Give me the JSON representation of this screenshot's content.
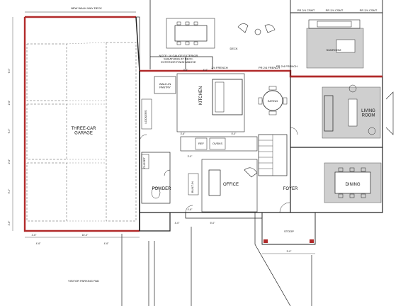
{
  "labels": {
    "deck_top": "NEW WALK-WAY DECK",
    "garage": "THREE-CAR\nGARAGE",
    "deck": "DECK",
    "walk_in_pantry": "WALK-IN\nPANTRY",
    "kitchen": "KITCHEN",
    "eating": "EATING",
    "sunroom": "SUNROOM",
    "living_room": "LIVING\nROOM",
    "powder": "POWDER",
    "office": "OFFICE",
    "foyer": "FOYER",
    "dining": "DINING",
    "stoop": "STOOP",
    "visitor_parking": "VISITOR PARKING PAD",
    "lockers": "LOCKERS",
    "ref": "REF",
    "ovens": "OVENS",
    "closet": "CLOSET",
    "built_in": "BUILT-IN",
    "pr_french_1": "PR 2/4 FRENCH",
    "pr_french_2": "2/4 FRENCH",
    "pr_french_3": "PR 2/4 FRENCH",
    "pr_casement_1": "PR 2/4 CSMT",
    "pr_casement_2": "PR 2/4 CSMT",
    "pr_casement_3": "PR 2/4 CSMT",
    "deck_note": "NOTE: 16 GAUGE EXTERIOR\nSHEATHING AT DECK,\nEXTERIOR FINISH ABOVE"
  },
  "dimensions": {
    "g1": "9'-0\"",
    "g2": "2'-6\"",
    "g3": "9'-0\"",
    "g4": "2'-6\"",
    "g5": "9'-0\"",
    "g6": "2'-6\"",
    "gw1": "4'-6\"",
    "gw2": "4'-6\"",
    "bottom1": "2'-6\"",
    "bottom2": "16'-0\"",
    "bottom3": "5'-0\"",
    "bottom4": "4'-0\"",
    "k1": "3'-6\"",
    "k2": "4'-0\"",
    "k3": "3'-6\"",
    "k4": "5'-0\"",
    "f1": "3'-0\"",
    "f2": "4'-6\"",
    "s1": "9'-0\""
  },
  "colors": {
    "wall": "#b12a2a",
    "line": "#222222",
    "rug": "#cfcfcf",
    "background": "#ffffff"
  }
}
